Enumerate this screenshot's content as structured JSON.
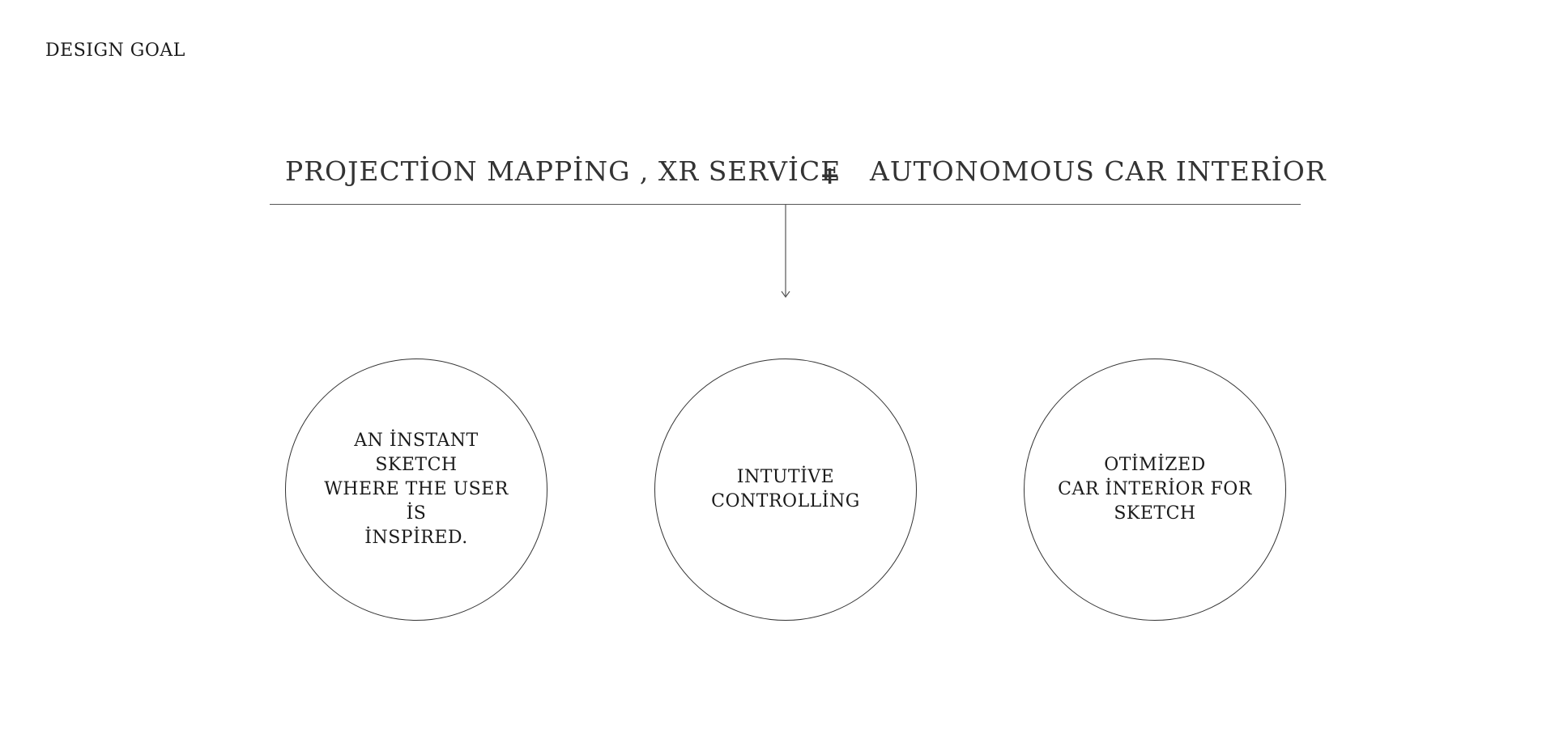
{
  "header": {
    "label": "DESIGN GOAL"
  },
  "headline": {
    "left_text": "PROJECTİON MAPPİNG , XR   SERVİCE",
    "plus": "+",
    "right_text": "AUTONOMOUS CAR INTERİOR"
  },
  "goals": [
    {
      "text": "AN İNSTANT SKETCH\nWHERE THE USER İS\nİNSPİRED."
    },
    {
      "text": "INTUTİVE\nCONTROLLİNG"
    },
    {
      "text": "OTİMİZED\nCAR İNTERİOR FOR\nSKETCH"
    }
  ],
  "colors": {
    "line": "#555555",
    "text": "#333333"
  }
}
